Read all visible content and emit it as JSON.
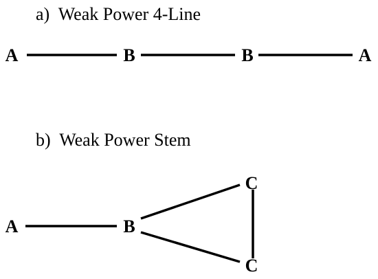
{
  "colors": {
    "ink": "#000000",
    "background": "#ffffff"
  },
  "panel_a": {
    "caption": "a)  Weak Power 4-Line",
    "nodes": {
      "left_end": "A",
      "left_middle": "B",
      "right_middle": "B",
      "right_end": "A"
    }
  },
  "panel_b": {
    "caption": "b)  Weak Power Stem",
    "nodes": {
      "stem": "A",
      "hub": "B",
      "top": "C",
      "bottom": "C"
    }
  }
}
